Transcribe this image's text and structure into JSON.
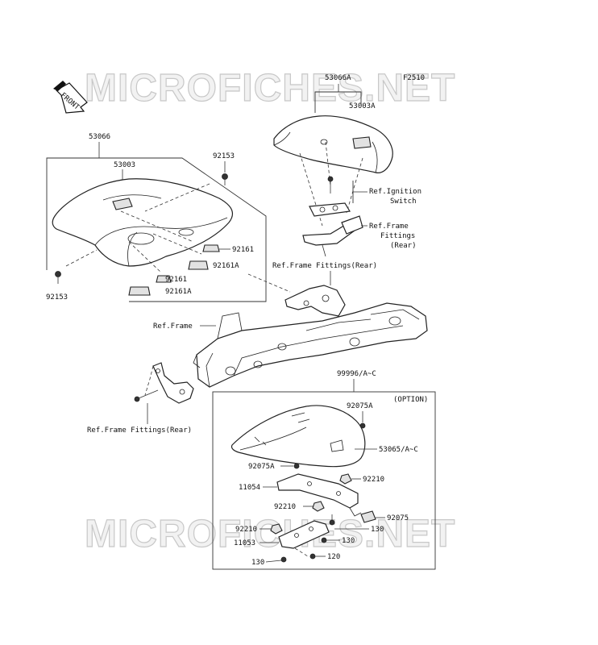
{
  "watermark": {
    "top": "MICROFICHES.NET",
    "bottom": "MICROFICHES.NET"
  },
  "figure_code": "F2510",
  "front_arrow_label": "FRONT",
  "option_label": "(OPTION)",
  "part_labels": {
    "seat_assy": "53066",
    "seat_assy_cover": "53066A",
    "cover_sub_a": "53003A",
    "seat_sub": "53003",
    "bolt_left_bottom": "92153",
    "bolt_top": "92153",
    "damper_1": "92161",
    "damper_1a": "92161A",
    "damper_2": "92161",
    "damper_2a": "92161A",
    "ref_ignition_1": "Ref.Ignition",
    "ref_ignition_2": "Switch",
    "ref_frame_rear_1": "Ref.Frame",
    "ref_frame_rear_2": "Fittings",
    "ref_frame_rear_3": "(Rear)",
    "ref_frame_fittings_rear_mid": "Ref.Frame Fittings(Rear)",
    "ref_frame": "Ref.Frame",
    "ref_frame_fittings_rear_low": "Ref.Frame Fittings(Rear)",
    "option_kit": "99996/A~C",
    "cover_option": "53065/A~C",
    "screw_a_top": "92075A",
    "screw_a_left": "92075A",
    "bracket": "11054",
    "nut_right": "92210",
    "nut_mid": "92210",
    "nut_left": "92210",
    "pad": "92075",
    "bolt_130_right_a": "130",
    "bolt_130_right_b": "130",
    "plate": "11053",
    "bolt_120": "120",
    "bolt_130_bottom": "130"
  }
}
